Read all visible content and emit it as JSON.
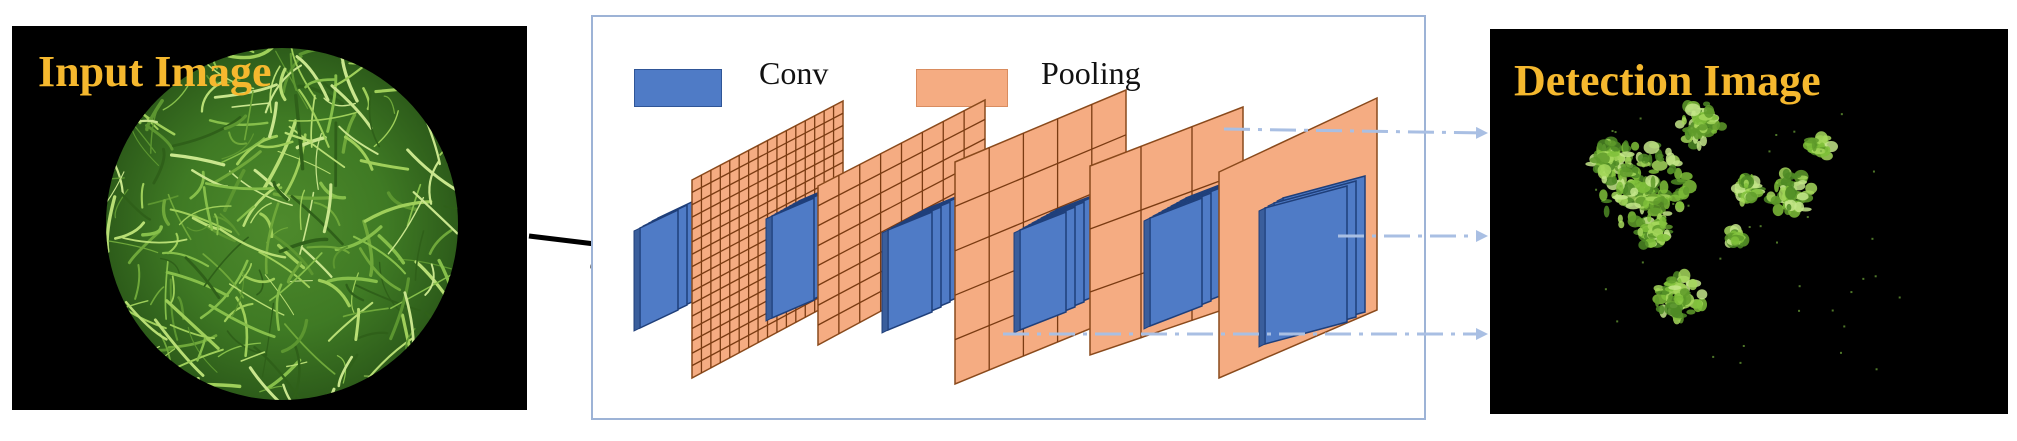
{
  "input_panel": {
    "title": "Input Image"
  },
  "network": {
    "legend": [
      {
        "label": "Conv",
        "color": "#4f7bc6"
      },
      {
        "label": "Pooling",
        "color": "#f5ac82"
      }
    ]
  },
  "detection_panel": {
    "title": "Detection Image"
  },
  "colors": {
    "conv": "#4f7bc6",
    "pooling": "#f5ac82",
    "grid_line": "#7a3b12",
    "title": "#f5b82e",
    "dash_arrow": "#a9bfe3",
    "box_border": "#9db3d6"
  }
}
